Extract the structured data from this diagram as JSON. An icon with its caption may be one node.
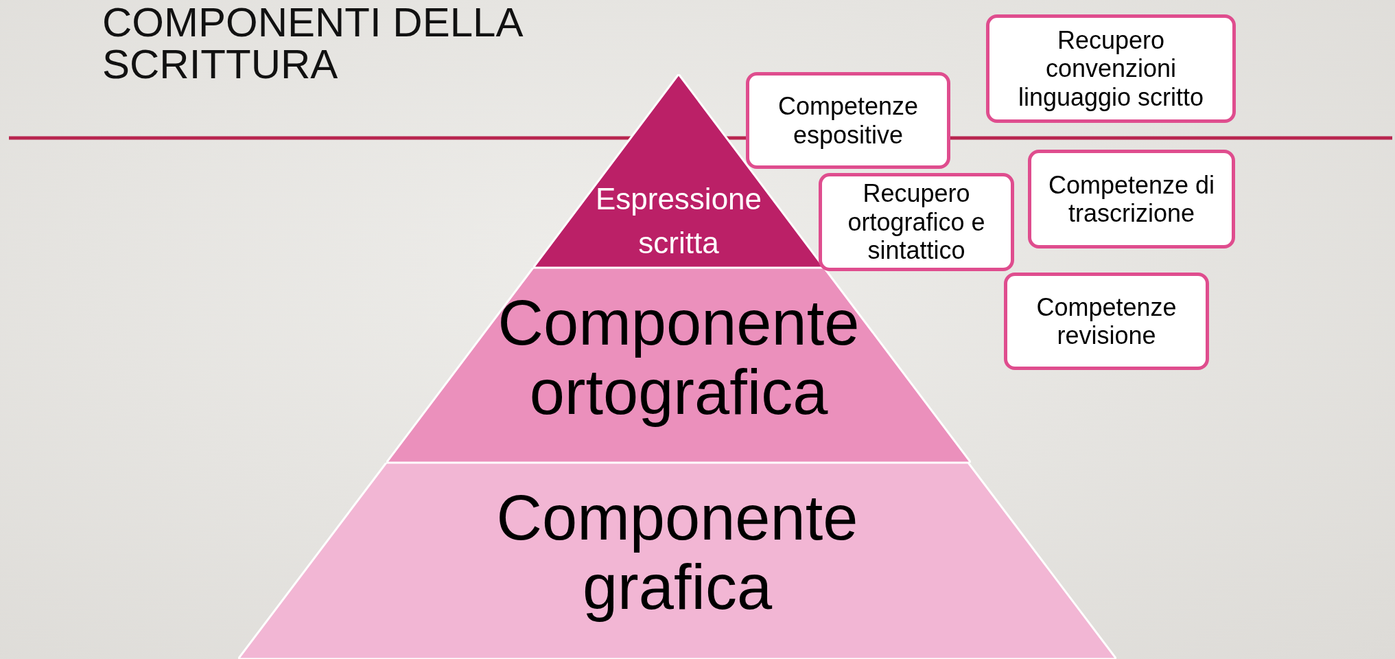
{
  "diagram": {
    "title": "COMPONENTI DELLA SCRITTURA",
    "nodes": [
      {
        "text": [
          "Espressione scritta"
        ]
      },
      {
        "text": [
          "Componente ortografica"
        ]
      },
      {
        "text": [
          "Componente grafica"
        ]
      },
      {
        "text": [
          "Recupero convenzioni linguaggio scritto"
        ]
      },
      {
        "text": [
          "Competenze espositive"
        ]
      },
      {
        "text": [
          "Competenze di trascrizione"
        ]
      },
      {
        "text": [
          "Recupero ortografico e sintattico"
        ]
      },
      {
        "text": [
          "Competenze revisione"
        ]
      }
    ],
    "edges": []
  }
}
